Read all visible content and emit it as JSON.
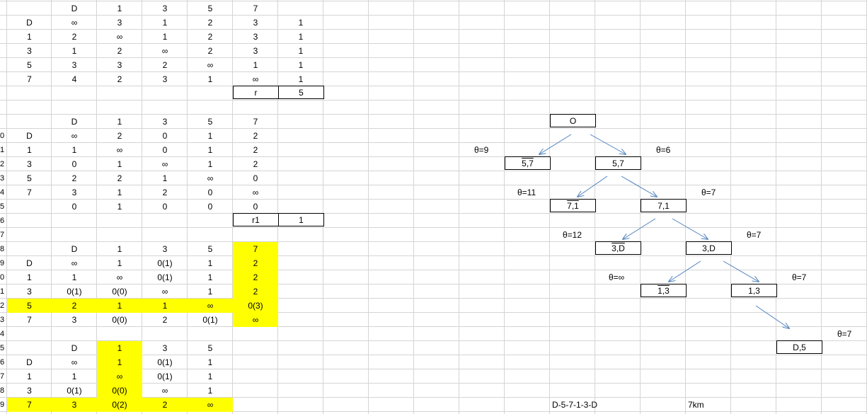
{
  "table1": {
    "header": [
      "D",
      "1",
      "3",
      "5",
      "7"
    ],
    "rows": [
      [
        "D",
        "∞",
        "3",
        "1",
        "2",
        "3",
        "1"
      ],
      [
        "1",
        "2",
        "∞",
        "1",
        "2",
        "3",
        "1"
      ],
      [
        "3",
        "1",
        "2",
        "∞",
        "2",
        "3",
        "1"
      ],
      [
        "5",
        "3",
        "3",
        "2",
        "∞",
        "1",
        "1"
      ],
      [
        "7",
        "4",
        "2",
        "3",
        "1",
        "∞",
        "1"
      ]
    ],
    "r_label": "r",
    "r_value": "5"
  },
  "table2": {
    "header": [
      "D",
      "1",
      "3",
      "5",
      "7"
    ],
    "rows": [
      [
        "D",
        "∞",
        "2",
        "0",
        "1",
        "2"
      ],
      [
        "1",
        "1",
        "∞",
        "0",
        "1",
        "2"
      ],
      [
        "3",
        "0",
        "1",
        "∞",
        "1",
        "2"
      ],
      [
        "5",
        "2",
        "2",
        "1",
        "∞",
        "0"
      ],
      [
        "7",
        "3",
        "1",
        "2",
        "0",
        "∞"
      ]
    ],
    "minrow": [
      "0",
      "1",
      "0",
      "0",
      "0"
    ],
    "r_label": "r1",
    "r_value": "1"
  },
  "table3": {
    "header": [
      "D",
      "1",
      "3",
      "5",
      "7"
    ],
    "rows": [
      [
        "D",
        "∞",
        "1",
        "0(1)",
        "1",
        "2"
      ],
      [
        "1",
        "1",
        "∞",
        "0(1)",
        "1",
        "2"
      ],
      [
        "3",
        "0(1)",
        "0(0)",
        "∞",
        "1",
        "2"
      ],
      [
        "5",
        "2",
        "1",
        "1",
        "∞",
        "0(3)"
      ],
      [
        "7",
        "3",
        "0(0)",
        "2",
        "0(1)",
        "∞"
      ]
    ]
  },
  "table4": {
    "header": [
      "D",
      "1",
      "3",
      "5"
    ],
    "rows": [
      [
        "D",
        "∞",
        "1",
        "0(1)",
        "1"
      ],
      [
        "1",
        "1",
        "∞",
        "0(1)",
        "1"
      ],
      [
        "3",
        "0(1)",
        "0(0)",
        "∞",
        "1"
      ],
      [
        "7",
        "3",
        "0(2)",
        "2",
        "∞"
      ]
    ]
  },
  "row_numbers": [
    "0",
    "1",
    "2",
    "3",
    "4",
    "5",
    "6",
    "7",
    "8",
    "9",
    "0",
    "1",
    "2",
    "3",
    "4",
    "5",
    "6",
    "7",
    "8",
    "9"
  ],
  "tree": {
    "root": "O",
    "n57_bar": "5,7",
    "n57": "5,7",
    "n71_bar": "7,1",
    "n71": "7,1",
    "n3D_bar": "3,D",
    "n3D": "3,D",
    "n13_bar": "1,3",
    "n13": "1,3",
    "nD5": "D,5",
    "t9": "θ=9",
    "t6": "θ=6",
    "t11": "θ=11",
    "t7a": "θ=7",
    "t12": "θ=12",
    "t7b": "θ=7",
    "tinf": "θ=∞",
    "t7c": "θ=7",
    "t7d": "θ=7"
  },
  "result": {
    "route": "D-5-7-1-3-D",
    "distance": "7km"
  },
  "colors": {
    "highlight": "#ffff00",
    "gridline": "#d4d4d4",
    "arrow": "#4f81bd"
  }
}
